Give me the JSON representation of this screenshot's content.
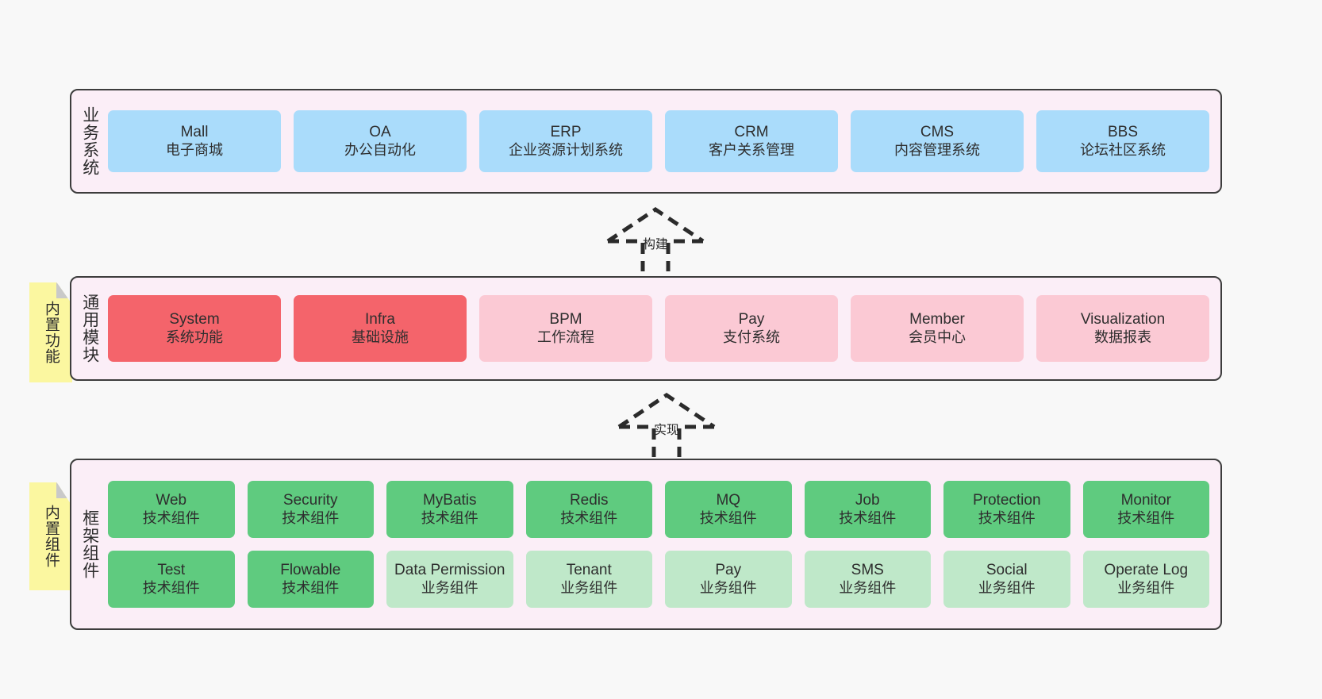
{
  "diagram": {
    "title_layer_1": "业务系统",
    "title_layer_2": "通用模块",
    "title_layer_3": "框架组件",
    "note_1": "内置功能",
    "note_2": "内置组件",
    "arrow_1_label": "构建",
    "arrow_2_label": "实现",
    "colors": {
      "panel_bg": "#fbeef7",
      "panel_border": "#3d3d3d",
      "blue": "#aadcfb",
      "red": "#f4646b",
      "pink": "#fbc9d4",
      "green": "#5fcb7f",
      "mint": "#bfe8c9",
      "note": "#fbf7a0",
      "note_fold": "#c9c9c9",
      "background": "#f8f8f8"
    }
  },
  "business_systems": [
    {
      "name": "Mall",
      "desc": "电子商城",
      "color": "blue"
    },
    {
      "name": "OA",
      "desc": "办公自动化",
      "color": "blue"
    },
    {
      "name": "ERP",
      "desc": "企业资源计划系统",
      "color": "blue"
    },
    {
      "name": "CRM",
      "desc": "客户关系管理",
      "color": "blue"
    },
    {
      "name": "CMS",
      "desc": "内容管理系统",
      "color": "blue"
    },
    {
      "name": "BBS",
      "desc": "论坛社区系统",
      "color": "blue"
    }
  ],
  "common_modules": [
    {
      "name": "System",
      "desc": "系统功能",
      "color": "red"
    },
    {
      "name": "Infra",
      "desc": "基础设施",
      "color": "red"
    },
    {
      "name": "BPM",
      "desc": "工作流程",
      "color": "pink"
    },
    {
      "name": "Pay",
      "desc": "支付系统",
      "color": "pink"
    },
    {
      "name": "Member",
      "desc": "会员中心",
      "color": "pink"
    },
    {
      "name": "Visualization",
      "desc": "数据报表",
      "color": "pink"
    }
  ],
  "framework_components_row1": [
    {
      "name": "Web",
      "desc": "技术组件",
      "color": "green"
    },
    {
      "name": "Security",
      "desc": "技术组件",
      "color": "green"
    },
    {
      "name": "MyBatis",
      "desc": "技术组件",
      "color": "green"
    },
    {
      "name": "Redis",
      "desc": "技术组件",
      "color": "green"
    },
    {
      "name": "MQ",
      "desc": "技术组件",
      "color": "green"
    },
    {
      "name": "Job",
      "desc": "技术组件",
      "color": "green"
    },
    {
      "name": "Protection",
      "desc": "技术组件",
      "color": "green"
    },
    {
      "name": "Monitor",
      "desc": "技术组件",
      "color": "green"
    }
  ],
  "framework_components_row2": [
    {
      "name": "Test",
      "desc": "技术组件",
      "color": "green"
    },
    {
      "name": "Flowable",
      "desc": "技术组件",
      "color": "green"
    },
    {
      "name": "Data Permission",
      "desc": "业务组件",
      "color": "mint"
    },
    {
      "name": "Tenant",
      "desc": "业务组件",
      "color": "mint"
    },
    {
      "name": "Pay",
      "desc": "业务组件",
      "color": "mint"
    },
    {
      "name": "SMS",
      "desc": "业务组件",
      "color": "mint"
    },
    {
      "name": "Social",
      "desc": "业务组件",
      "color": "mint"
    },
    {
      "name": "Operate Log",
      "desc": "业务组件",
      "color": "mint"
    }
  ]
}
